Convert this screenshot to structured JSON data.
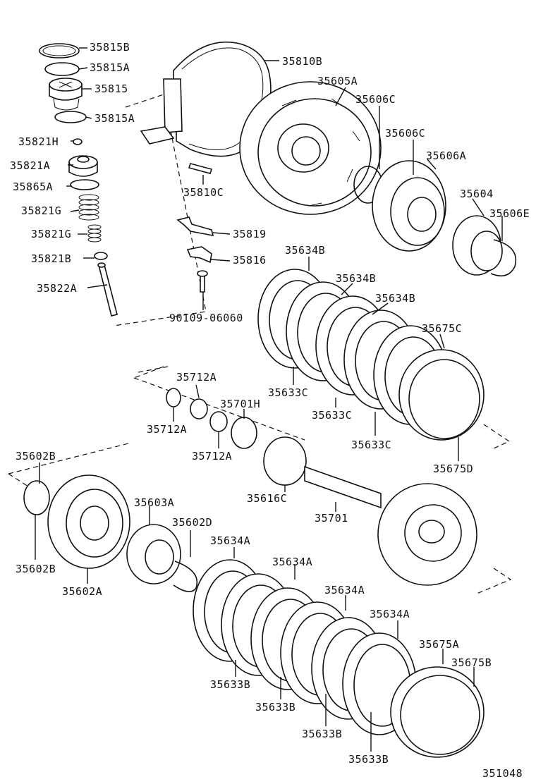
{
  "diagram": {
    "drawing_number": "351048",
    "labels": [
      {
        "id": "35815B-top",
        "text": "35815B"
      },
      {
        "id": "35815A-top",
        "text": "35815A"
      },
      {
        "id": "35815",
        "text": "35815"
      },
      {
        "id": "35815A-low",
        "text": "35815A"
      },
      {
        "id": "35821H",
        "text": "35821H"
      },
      {
        "id": "35821A",
        "text": "35821A"
      },
      {
        "id": "35865A",
        "text": "35865A"
      },
      {
        "id": "35821G-1",
        "text": "35821G"
      },
      {
        "id": "35821G-2",
        "text": "35821G"
      },
      {
        "id": "35821B",
        "text": "35821B"
      },
      {
        "id": "35822A",
        "text": "35822A"
      },
      {
        "id": "35810B",
        "text": "35810B"
      },
      {
        "id": "35810C",
        "text": "35810C"
      },
      {
        "id": "35819",
        "text": "35819"
      },
      {
        "id": "35816",
        "text": "35816"
      },
      {
        "id": "90109-06060",
        "text": "90109-06060"
      },
      {
        "id": "35605A",
        "text": "35605A"
      },
      {
        "id": "35606C-1",
        "text": "35606C"
      },
      {
        "id": "35606C-2",
        "text": "35606C"
      },
      {
        "id": "35606A",
        "text": "35606A"
      },
      {
        "id": "35604",
        "text": "35604"
      },
      {
        "id": "35606E",
        "text": "35606E"
      },
      {
        "id": "35634B-1",
        "text": "35634B"
      },
      {
        "id": "35634B-2",
        "text": "35634B"
      },
      {
        "id": "35634B-3",
        "text": "35634B"
      },
      {
        "id": "35675C",
        "text": "35675C"
      },
      {
        "id": "35633C-1",
        "text": "35633C"
      },
      {
        "id": "35633C-2",
        "text": "35633C"
      },
      {
        "id": "35633C-3",
        "text": "35633C"
      },
      {
        "id": "35675D",
        "text": "35675D"
      },
      {
        "id": "35712A-1",
        "text": "35712A"
      },
      {
        "id": "35712A-2",
        "text": "35712A"
      },
      {
        "id": "35712A-3",
        "text": "35712A"
      },
      {
        "id": "35701H",
        "text": "35701H"
      },
      {
        "id": "35616C",
        "text": "35616C"
      },
      {
        "id": "35701",
        "text": "35701"
      },
      {
        "id": "35602B-1",
        "text": "35602B"
      },
      {
        "id": "35602B-2",
        "text": "35602B"
      },
      {
        "id": "35602A",
        "text": "35602A"
      },
      {
        "id": "35603A",
        "text": "35603A"
      },
      {
        "id": "35602D",
        "text": "35602D"
      },
      {
        "id": "35634A-1",
        "text": "35634A"
      },
      {
        "id": "35634A-2",
        "text": "35634A"
      },
      {
        "id": "35634A-3",
        "text": "35634A"
      },
      {
        "id": "35634A-4",
        "text": "35634A"
      },
      {
        "id": "35675A",
        "text": "35675A"
      },
      {
        "id": "35675B",
        "text": "35675B"
      },
      {
        "id": "35633B-1",
        "text": "35633B"
      },
      {
        "id": "35633B-2",
        "text": "35633B"
      },
      {
        "id": "35633B-3",
        "text": "35633B"
      },
      {
        "id": "35633B-4",
        "text": "35633B"
      }
    ]
  }
}
